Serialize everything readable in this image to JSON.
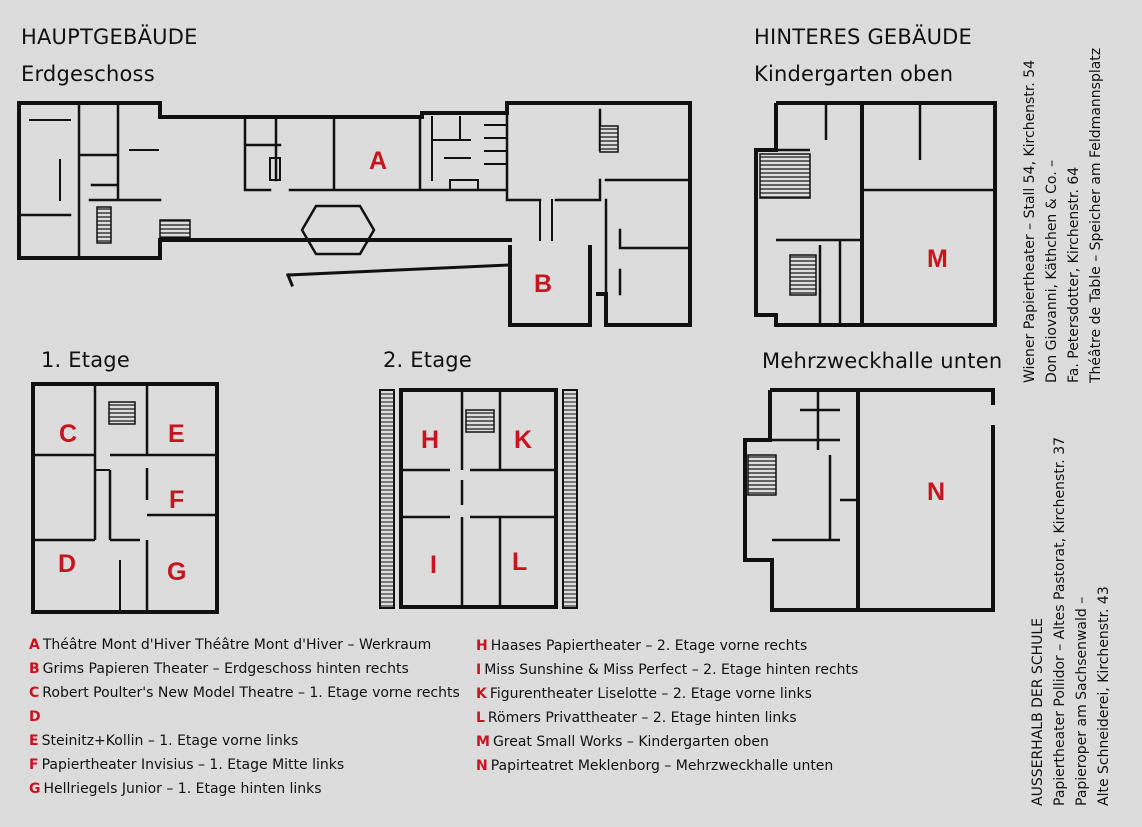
{
  "headings": {
    "main_building": "HAUPTGEBÄUDE",
    "ground_floor": "Erdgeschoss",
    "first_floor": "1. Etage",
    "second_floor": "2. Etage",
    "rear_building": "HINTERES GEBÄUDE",
    "kindergarten": "Kindergarten oben",
    "hall": "Mehrzweckhalle unten"
  },
  "room_labels": {
    "A": "A",
    "B": "B",
    "C": "C",
    "D": "D",
    "E": "E",
    "F": "F",
    "G": "G",
    "H": "H",
    "I": "I",
    "K": "K",
    "L": "L",
    "M": "M",
    "N": "N"
  },
  "legend_left": [
    {
      "key": "A",
      "text": "Théâtre Mont d'Hiver Théâtre Mont d'Hiver – Werkraum"
    },
    {
      "key": "B",
      "text": "Grims Papieren Theater – Erdgeschoss hinten rechts"
    },
    {
      "key": "C",
      "text": "Robert Poulter's New Model Theatre – 1. Etage vorne rechts"
    },
    {
      "key": "D",
      "text": ""
    },
    {
      "key": "E",
      "text": "Steinitz+Kollin – 1. Etage vorne links"
    },
    {
      "key": "F",
      "text": "Papiertheater Invisius – 1. Etage Mitte links"
    },
    {
      "key": "G",
      "text": "Hellriegels Junior – 1. Etage hinten links"
    }
  ],
  "legend_right": [
    {
      "key": "H",
      "text": "Haases Papiertheater – 2. Etage vorne rechts"
    },
    {
      "key": "I",
      "text": "Miss Sunshine & Miss Perfect – 2. Etage hinten rechts"
    },
    {
      "key": "K",
      "text": "Figurentheater Liselotte – 2. Etage vorne links"
    },
    {
      "key": "L",
      "text": "Römers Privattheater – 2. Etage hinten links"
    },
    {
      "key": "M",
      "text": "Great Small Works – Kindergarten oben"
    },
    {
      "key": "N",
      "text": "Papirteatret Meklenborg – Mehrzweckhalle unten"
    }
  ],
  "side_top": [
    "Wiener Papiertheater – Stall 54, Kirchenstr. 54",
    "Don Giovanni, Käthchen & Co. –",
    "Fa. Petersdotter, Kirchenstr. 64",
    "Théâtre de Table – Speicher am Feldmannsplatz"
  ],
  "side_bottom": [
    "AUSSERHALB DER SCHULE",
    "Papiertheater Pollidor – Altes Pastorat, Kirchenstr. 37",
    "Papieroper am Sachsenwald –",
    "Alte Schneiderei, Kirchenstr. 43"
  ],
  "colors": {
    "background": "#dcdcdc",
    "room_label": "#c8141e",
    "walls": "#111111"
  }
}
